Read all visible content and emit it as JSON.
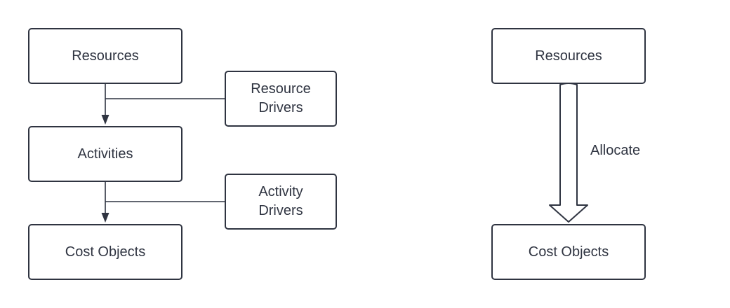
{
  "left_flow": {
    "resources": "Resources",
    "resource_drivers": "Resource\nDrivers",
    "activities": "Activities",
    "activity_drivers": "Activity\nDrivers",
    "cost_objects": "Cost Objects"
  },
  "right_flow": {
    "resources": "Resources",
    "allocate": "Allocate",
    "cost_objects": "Cost Objects"
  },
  "colors": {
    "stroke": "#2f3441",
    "text": "#2f3441",
    "background": "#ffffff"
  }
}
